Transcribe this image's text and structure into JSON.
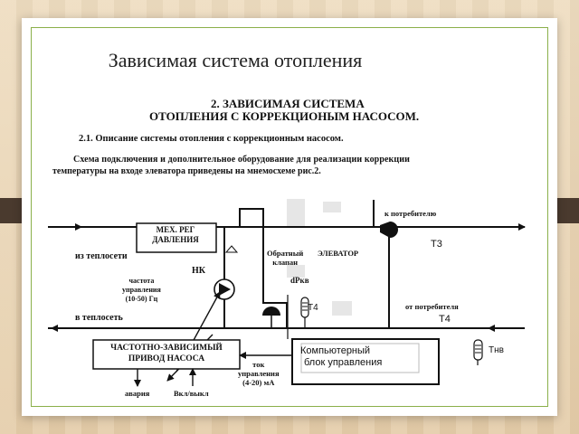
{
  "slide": {
    "title": "Зависимая система отопления"
  },
  "document": {
    "heading_line1": "2. ЗАВИСИМАЯ СИСТЕМА",
    "heading_line2": "ОТОПЛЕНИЯ С КОРРЕКЦИОНЫМ НАСОСОМ.",
    "subheading": "2.1. Описание системы отопления с коррекционным насосом.",
    "paragraph_line1": "Схема подключения и дополнительное оборудование для реализации коррекции",
    "paragraph_line2": "температуры на входе элеватора приведены на мнемосхеме рис.2."
  },
  "diagram": {
    "pressure_regulator_line1": "МЕХ. РЕГ",
    "pressure_regulator_line2": "ДАВЛЕНИЯ",
    "from_network": "из теплосети",
    "to_network": "в теплосеть",
    "to_consumer": "к потребителю",
    "from_consumer": "от потребителя",
    "check_valve_line1": "Обратный",
    "check_valve_line2": "клапан",
    "elevator": "ЭЛЕВАТОР",
    "pump": "НК",
    "dp_sensor": "dPкв",
    "frequency_line1": "частота",
    "frequency_line2": "управления",
    "frequency_line3": "(10-50) Гц",
    "drive_line1": "ЧАСТОТНО-ЗАВИСИМЫЙ",
    "drive_line2": "ПРИВОД НАСОСА",
    "current_line1": "ток",
    "current_line2": "управления",
    "current_line3": "(4-20) мА",
    "alarm": "авария",
    "on_off": "Вкл/выкл",
    "controller_line1": "Компьютерный",
    "controller_line2": "блок управления",
    "t3": "Т3",
    "t4_upper": "Т4",
    "t4_lower": "Т4",
    "tnv": "Тнв"
  }
}
